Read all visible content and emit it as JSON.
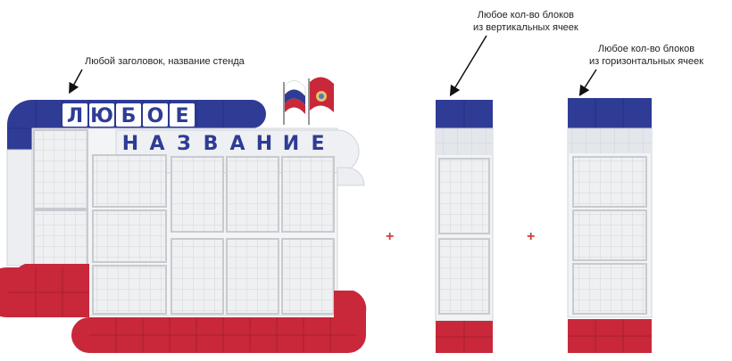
{
  "annotations": {
    "title_hint": "Любой заголовок, название стенда",
    "vertical_hint_line1": "Любое кол-во блоков",
    "vertical_hint_line2": "из вертикальных ячеек",
    "horizontal_hint_line1": "Любое кол-во блоков",
    "horizontal_hint_line2": "из горизонтальных ячеек"
  },
  "stand": {
    "title_word_1": "ЛЮБОЕ",
    "title_word_2": "НАЗВАНИЕ"
  },
  "plus_sign": "+",
  "colors": {
    "blue": "#2f3c95",
    "red": "#c8283a",
    "panel": "#e9ebee",
    "frame": "#f6f7f8"
  },
  "icons": [
    "russian-flag-icon",
    "moscow-flag-icon",
    "arrow-icon"
  ]
}
